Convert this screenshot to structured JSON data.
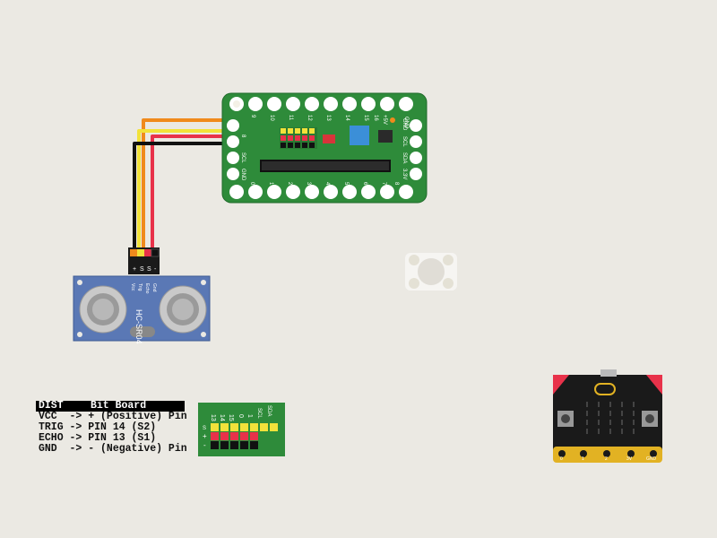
{
  "bitboard": {
    "top_pins": [
      "9",
      "10",
      "11",
      "12",
      "13",
      "14",
      "15",
      "16",
      "+5V",
      "GND"
    ],
    "left_pins": [
      "8",
      "SCL",
      "GND"
    ],
    "right_pins": [
      "GND",
      "SCL",
      "SDA",
      "3.3V"
    ],
    "bottom_pins": [
      "0",
      "1",
      "2",
      "3",
      "4",
      "5",
      "6",
      "7",
      "8"
    ],
    "header_labels": [
      "13",
      "14",
      "15",
      "16",
      "SDA"
    ]
  },
  "sensor": {
    "model": "HC-SR04",
    "pin_labels": [
      "Vcc",
      "Trig",
      "Echo",
      "Gnd"
    ],
    "pin_marks": [
      "+",
      "S",
      "S",
      "-"
    ]
  },
  "legend": {
    "header_left": "DIST",
    "header_right": "Bit Board",
    "rows": [
      "VCC  -> + (Positive) Pin",
      "TRIG -> PIN 14 (S2)",
      "ECHO -> PIN 13 (S1)",
      "GND  -> - (Negative) Pin"
    ]
  },
  "header_detail": {
    "pin_labels": [
      "13",
      "14",
      "15",
      "0",
      "1",
      "SCL",
      "SDA"
    ],
    "row_marks": [
      "S",
      "+",
      "-"
    ]
  },
  "microbit": {
    "edge_labels": [
      "0",
      "1",
      "2",
      "3V",
      "GND"
    ]
  },
  "colors": {
    "background": "#ebe9e3",
    "board_green": "#2e8b3a",
    "sensor_blue": "#5a78b5",
    "wire_orange": "#f08a1c",
    "wire_yellow": "#f2e23a",
    "wire_red": "#e8324a",
    "wire_black": "#111111",
    "microbit_gold": "#e2b223"
  }
}
